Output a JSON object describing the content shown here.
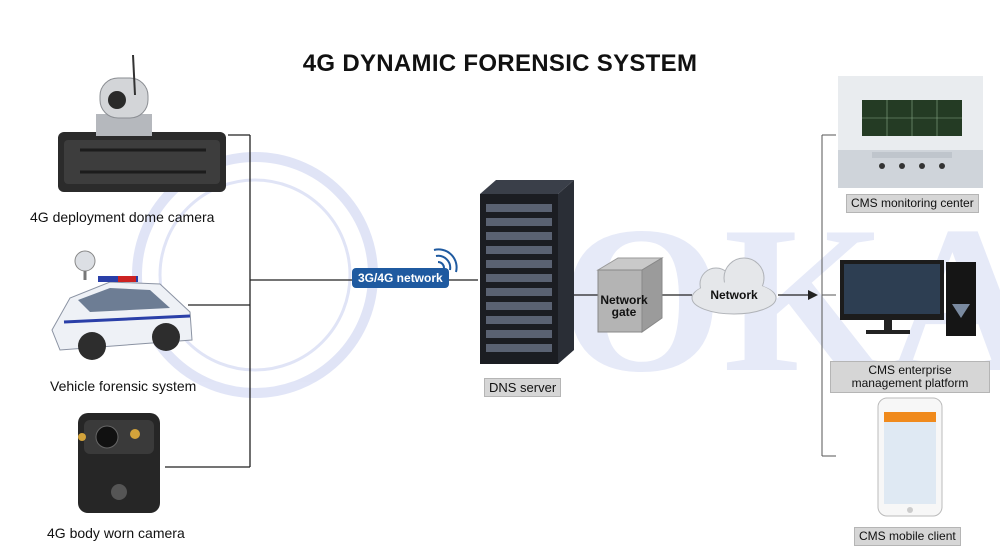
{
  "title": "4G DYNAMIC FORENSIC SYSTEM",
  "watermark": "OKAF",
  "devices": {
    "dome_camera": "4G deployment dome camera",
    "vehicle": "Vehicle forensic system",
    "body_camera": "4G body worn camera"
  },
  "network": {
    "link_label": "3G/4G network",
    "dns_server": "DNS server",
    "gateway_line1": "Network",
    "gateway_line2": "gate",
    "cloud": "Network"
  },
  "clients": {
    "monitoring": "CMS monitoring center",
    "enterprise_line1": "CMS enterprise",
    "enterprise_line2": "management platform",
    "mobile": "CMS mobile client"
  },
  "colors": {
    "accent": "#1f5aa0",
    "watermark": "#c8cff0"
  }
}
